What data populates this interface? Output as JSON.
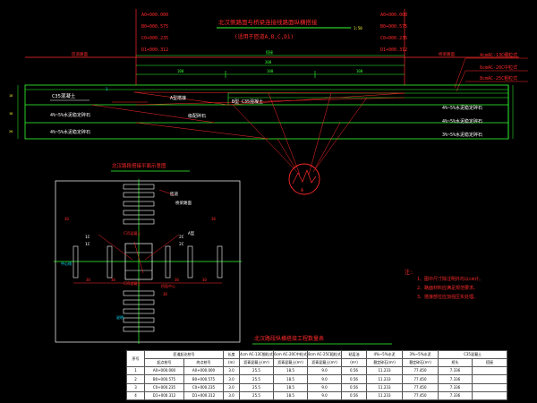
{
  "drawing": {
    "title": "北汉侧路面与桥梁连接线路面纵横搭接",
    "subtitle": "(适用于匝道A,B,C,D1)",
    "title_suffix": "1:50",
    "station_left": [
      "A0+000.000",
      "B0+000.575",
      "C0+000.235",
      "D1+000.312"
    ],
    "station_right": [
      "A0+000.000",
      "B0+000.575",
      "C0+000.235",
      "D1+000.312"
    ],
    "label_left_road": "匝道路面",
    "label_right_road": "桥梁路面",
    "dim_total_top": "搭接",
    "dim_total": "300",
    "dim_seg_left": "100",
    "dim_seg_mid": "100",
    "dim_seg_right": "100",
    "layers_right": [
      "4cmAC-13C细粒式",
      "6cmAC-20C中粒式",
      "8cmAC-25C粗粒式"
    ],
    "left_thickness": [
      "18",
      "18",
      "20"
    ],
    "label_c35": "C35混凝土",
    "label_mark_1": "1",
    "label_mid_top": "A型搭接",
    "label_mid_cut": "B型 C35混凝土",
    "row_left_1": "4%~5%水泥稳定碎石",
    "row_left_2": "4%~5%水泥稳定碎石",
    "row_mid_2": "级配碎石",
    "row_right_1": "4%~5%水泥稳定碎石",
    "row_right_2": "4%~5%水泥稳定碎石",
    "row_right_3": "3%~5%水泥稳定碎石",
    "detail_tag": "A"
  },
  "plan": {
    "title": "北汉路段搭接平面示意图",
    "labels": {
      "tl1": "匝道",
      "tl2": "桥梁路面",
      "l_dim1": "30",
      "l_dim2": "30",
      "lw1": "1C",
      "lw2": "1C",
      "mid_top": "C35混凝土",
      "mid_bot": "C35混凝土",
      "right_top": "A型",
      "left_center": "中心线",
      "rw1": "2C",
      "rw2": "2C",
      "rbot1": "桥面中心",
      "rbot2": "30",
      "dims_bottom": [
        "30",
        "30",
        "30",
        "30"
      ],
      "bot_note": "说明"
    }
  },
  "notes": {
    "heading": "注:",
    "items": [
      "1、图中尺寸除注明外均以cm计。",
      "2、路面材料应满足规范要求。",
      "3、搭接部位应加强压实处理。"
    ]
  },
  "table": {
    "title": "北汉路段纵横搭接工程数量表",
    "header1": [
      "序号",
      "匝道起讫桩号",
      "",
      "长度",
      "4cm AC-13C细粒式",
      "6cm AC-20C中粒式",
      "8cm AC-25C粗粒式",
      "粘层油",
      "4%~5%水泥",
      "3%~5%水泥",
      "C35混凝土",
      ""
    ],
    "header2": [
      "",
      "起点桩号",
      "终点桩号",
      "(m)",
      "沥青混凝土(m²)",
      "沥青混凝土(m²)",
      "沥青混凝土(m²)",
      "(m²)",
      "稳定碎石(m²)",
      "稳定碎石(m²)",
      "桥头",
      "搭接"
    ],
    "rows": [
      [
        "1",
        "A0+000.000",
        "A0+000.000",
        "3.0",
        "25.5",
        "18.5",
        "9.0",
        "0.56",
        "11.233",
        "77.450",
        "7.336",
        ""
      ],
      [
        "2",
        "B0+000.575",
        "B0+000.575",
        "3.0",
        "25.5",
        "18.5",
        "9.0",
        "0.56",
        "11.233",
        "77.450",
        "7.336",
        ""
      ],
      [
        "3",
        "C0+000.235",
        "C0+000.235",
        "3.0",
        "25.5",
        "18.5",
        "9.0",
        "0.56",
        "11.233",
        "77.450",
        "7.336",
        ""
      ],
      [
        "4",
        "D1+000.312",
        "D1+000.312",
        "3.0",
        "25.5",
        "18.5",
        "9.0",
        "0.56",
        "11.233",
        "77.450",
        "7.336",
        ""
      ]
    ]
  },
  "colors": {
    "red": "#ff2a2a",
    "green": "#33ff33",
    "white": "#ffffff",
    "yellow": "#ffff33",
    "cyan": "#00e5ff"
  }
}
